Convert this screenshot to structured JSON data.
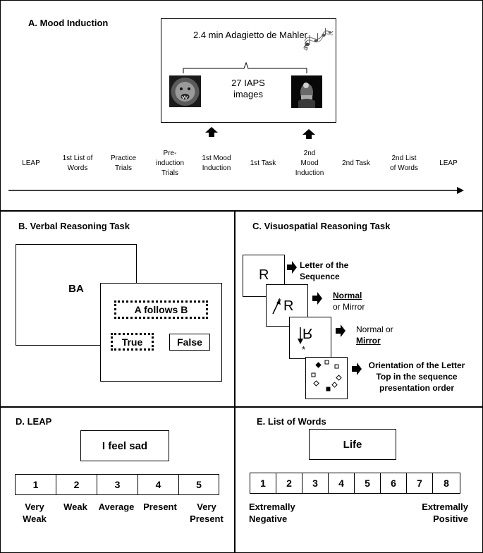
{
  "panel_a": {
    "title": "A. Mood Induction",
    "music": "2.4 min Adagietto de Mahler",
    "images_line1": "27 IAPS",
    "images_line2": "images",
    "timeline": [
      {
        "line1": "LEAP",
        "line2": "",
        "line3": ""
      },
      {
        "line1": "1st List of",
        "line2": "Words",
        "line3": ""
      },
      {
        "line1": "Practice",
        "line2": "Trials",
        "line3": ""
      },
      {
        "line1": "Pre-",
        "line2": "induction",
        "line3": "Trials"
      },
      {
        "line1": "1st Mood",
        "line2": "Induction",
        "line3": ""
      },
      {
        "line1": "1st Task",
        "line2": "",
        "line3": ""
      },
      {
        "line1": "2nd",
        "line2": "Mood",
        "line3": "Induction"
      },
      {
        "line1": "2nd Task",
        "line2": "",
        "line3": ""
      },
      {
        "line1": "2nd List",
        "line2": "of Words",
        "line3": ""
      },
      {
        "line1": "LEAP",
        "line2": "",
        "line3": ""
      }
    ]
  },
  "panel_b": {
    "title": "B. Verbal Reasoning Task",
    "premise": "BA",
    "statement": "A follows B",
    "true_option": "True",
    "false_option": "False"
  },
  "panel_c": {
    "title": "C. Visuospatial Reasoning Task",
    "letter": "R",
    "label1_line1": "Letter of the",
    "label1_line2": "Sequence",
    "label2_bold": "Normal",
    "label2_rest": "or Mirror",
    "label3_start": "Normal or",
    "label3_bold": "Mirror",
    "label4_line1": "Orientation of the Letter",
    "label4_line2": "Top in the sequence",
    "label4_line3": "presentation order",
    "asterisk": "*"
  },
  "panel_d": {
    "title": "D. LEAP",
    "statement": "I feel sad",
    "scale": [
      "1",
      "2",
      "3",
      "4",
      "5"
    ],
    "anchors": [
      {
        "line1": "Very",
        "line2": "Weak"
      },
      {
        "line1": "Weak",
        "line2": ""
      },
      {
        "line1": "Average",
        "line2": ""
      },
      {
        "line1": "Present",
        "line2": ""
      },
      {
        "line1": "Very",
        "line2": "Present"
      }
    ]
  },
  "panel_e": {
    "title": "E. List of Words",
    "word": "Life",
    "scale": [
      "1",
      "2",
      "3",
      "4",
      "5",
      "6",
      "7",
      "8"
    ],
    "left_anchor_line1": "Extremally",
    "left_anchor_line2": "Negative",
    "right_anchor_line1": "Extremally",
    "right_anchor_line2": "Positive"
  }
}
